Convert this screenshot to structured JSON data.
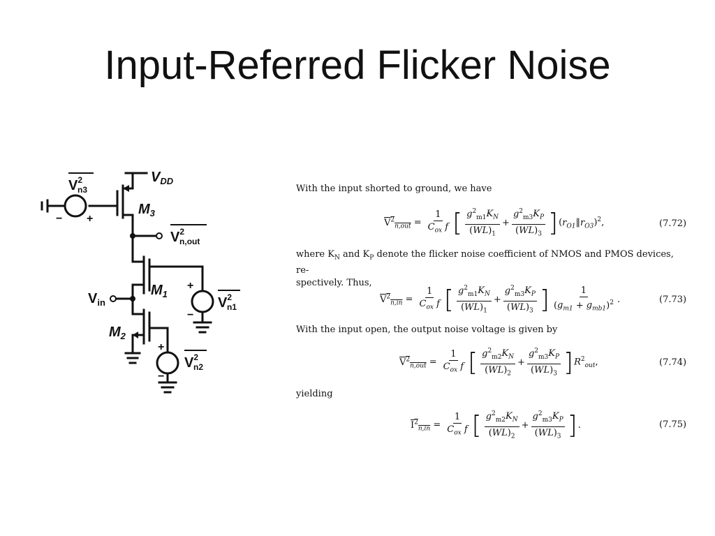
{
  "slide": {
    "title": "Input-Referred Flicker Noise"
  },
  "circuit": {
    "labels": {
      "vdd": "V",
      "vdd_sub": "DD",
      "vn3": "V",
      "vn3_sup": "2",
      "vn3_sub": "n3",
      "m3": "M",
      "m3_sub": "3",
      "vnout": "V",
      "vnout_sup": "2",
      "vnout_sub": "n,out",
      "m1": "M",
      "m1_sub": "1",
      "vin": "V",
      "vin_sub": "in",
      "vn1": "V",
      "vn1_sup": "2",
      "vn1_sub": "n1",
      "m2": "M",
      "m2_sub": "2",
      "vn2": "V",
      "vn2_sup": "2",
      "vn2_sub": "n2",
      "plus": "+",
      "minus": "−"
    }
  },
  "text": {
    "intro": "With the input shorted to ground, we have",
    "where_line1": "where K",
    "where_kn_sub": "N",
    "where_mid": " and K",
    "where_kp_sub": "P",
    "where_rest": " denote the flicker noise coefficient of NMOS and PMOS devices, re-",
    "where_line2": "spectively. Thus,",
    "open_line": "With the input open, the output noise voltage is given by",
    "yielding": "yielding"
  },
  "equations": [
    {
      "number": "(7.72)"
    },
    {
      "number": "(7.73)"
    },
    {
      "number": "(7.74)"
    },
    {
      "number": "(7.75)"
    }
  ]
}
